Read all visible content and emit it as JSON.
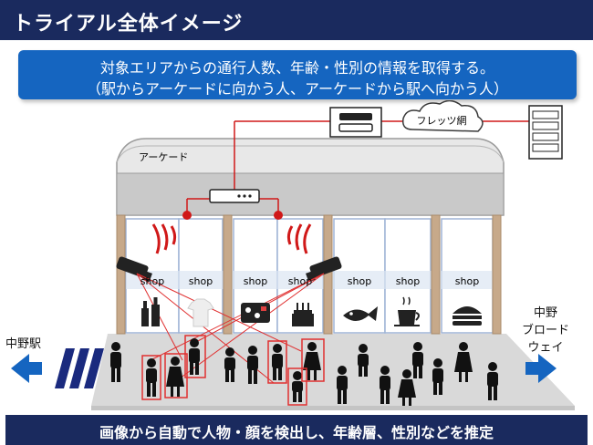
{
  "title": "トライアル全体イメージ",
  "subtitle": {
    "line1": "対象エリアからの通行人数、年齢・性別の情報を取得する。",
    "line2": "（駅からアーケードに向かう人、アーケードから駅へ向かう人）"
  },
  "network_label": "フレッツ網",
  "arcade_label": "アーケード",
  "shop_label": "shop",
  "shop_items": [
    "bottles-icon",
    "tshirt-icon",
    "bento-icon",
    "cake-icon",
    "fish-icon",
    "coffee-icon",
    "burger-icon"
  ],
  "left_destination": "中野駅",
  "right_destination": "中野\nブロード\nウェイ",
  "footer": "画像から自動で人物・顔を検出し、年齢層、性別などを推定",
  "colors": {
    "header_bg": "#1a2a5e",
    "subtitle_bg": "#1565c0",
    "cable": "#d01818",
    "detection_box": "#e03030",
    "arrow": "#1565c0"
  }
}
